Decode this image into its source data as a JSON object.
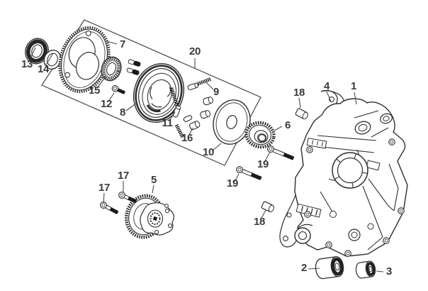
{
  "figure": {
    "background": "#ffffff",
    "line_color": "#2e2e2e",
    "label_color": "#3a3a3a"
  },
  "callouts": [
    {
      "label": "7"
    },
    {
      "label": "13"
    },
    {
      "label": "14"
    },
    {
      "label": "15"
    },
    {
      "label": "12"
    },
    {
      "label": "8"
    },
    {
      "label": "20"
    },
    {
      "label": "9"
    },
    {
      "label": "11"
    },
    {
      "label": "16"
    },
    {
      "label": "10"
    },
    {
      "label": "6"
    },
    {
      "label": "19"
    },
    {
      "label": "19"
    },
    {
      "label": "18"
    },
    {
      "label": "18"
    },
    {
      "label": "4"
    },
    {
      "label": "1"
    },
    {
      "label": "17"
    },
    {
      "label": "17"
    },
    {
      "label": "5"
    },
    {
      "label": "2"
    },
    {
      "label": "3"
    }
  ]
}
